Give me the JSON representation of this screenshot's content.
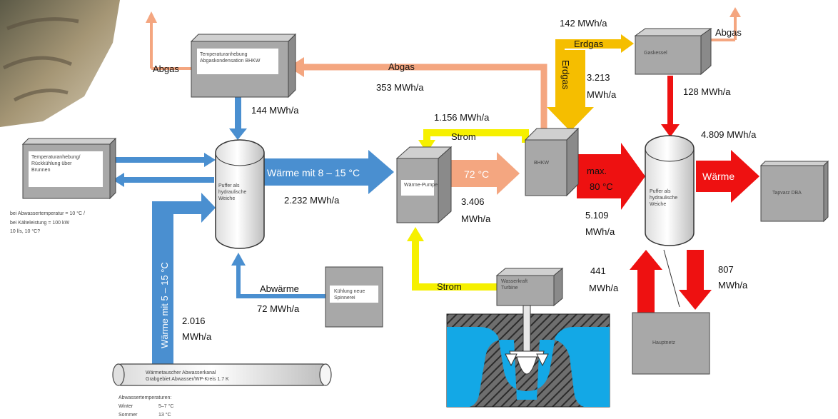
{
  "boxes": {
    "top_left": "Temperaturanhebung Abgaskondensation BHKW",
    "left": "Temperaturanhebung/ Rückkühlung über Brunnen",
    "buffer_left": "Puffer als hydraulische Weiche",
    "heat_pump": "Wärme-Pumpe",
    "bhkw": "BHKW",
    "gas_boiler": "Gaskessel",
    "buffer_right": "Puffer als hydraulische Weiche",
    "consumer": "Tapvarz DBA",
    "cooling": "Kühlung neue Spinnerei",
    "turbine": "Wasserkraft Turbine",
    "main_net": "Hauptnetz",
    "exchanger": "Wärmetauscher Abwasserkanal Grabgebiet Abwasser/WP-Kreis 1.7 K"
  },
  "labels": {
    "abgas_tl": "Abgas",
    "abgas_mid": "Abgas",
    "abgas_mid_value": "353 MWh/a",
    "abgas_tr": "Abgas",
    "erdgas_value": "142 MWh/a",
    "erdgas_h": "Erdgas",
    "erdgas_v": "Erdgas",
    "erdgas_v_value_1": "3.213",
    "erdgas_v_value_2": "MWh/a",
    "gas_boiler_out": "128 MWh/a",
    "top_left_out": "144 MWh/a",
    "strom_top_value": "1.156 MWh/a",
    "strom_top": "Strom",
    "heat_8_15": "Wärme mit 8 – 15 °C",
    "heat_8_15_value": "2.232 MWh/a",
    "hp_72": "72 °C",
    "hp_value_1": "3.406",
    "hp_value_2": "MWh/a",
    "max80_1": "max.",
    "max80_2": "80 °C",
    "bhkw_out_1": "5.109",
    "bhkw_out_2": "MWh/a",
    "to_consumer_value": "4.809 MWh/a",
    "to_consumer": "Wärme",
    "abwaerme": "Abwärme",
    "abwaerme_value": "72 MWh/a",
    "strom_bottom": "Strom",
    "heat_5_15": "Wärme mit 5 – 15 °C",
    "sewer_value_1": "2.016",
    "sewer_value_2": "MWh/a",
    "net_in_1": "441",
    "net_in_2": "MWh/a",
    "net_out_1": "807",
    "net_out_2": "MWh/a"
  },
  "notes": {
    "left_1": "bei Abwassertemperatur = 10 °C /",
    "left_2": "bei Kälteleistung = 100 kW",
    "left_3": "10 l/s, 10 °C?",
    "bottom_1": "Abwassertemperaturen:",
    "bottom_2_a": "Winter",
    "bottom_2_b": "5–7 °C",
    "bottom_3_a": "Sommer",
    "bottom_3_b": "13 °C"
  },
  "colors": {
    "blue": "#4a8fd0",
    "orange": "#f4a680",
    "yellow": "#f6f000",
    "gold": "#f5be00",
    "red": "#ee1111",
    "box": "#a8a8a8",
    "water": "#13a8e6"
  }
}
